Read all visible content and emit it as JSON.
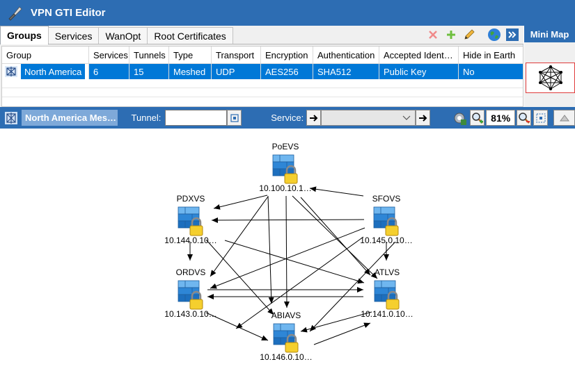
{
  "window": {
    "title": "VPN GTI Editor"
  },
  "tabs": [
    "Groups",
    "Services",
    "WanOpt",
    "Root Certificates"
  ],
  "grid": {
    "columns": [
      "Group",
      "Services",
      "Tunnels",
      "Type",
      "Transport",
      "Encryption",
      "Authentication",
      "Accepted Ident…",
      "Hide in Earth"
    ],
    "rows": [
      {
        "group": "North America",
        "services": "6",
        "tunnels": "15",
        "type": "Meshed",
        "transport": "UDP",
        "encryption": "AES256",
        "authentication": "SHA512",
        "accepted": "Public Key",
        "hide": "No"
      }
    ]
  },
  "minimap": {
    "title": "Mini Map"
  },
  "toolbar": {
    "group_combo": "North America Mes…",
    "tunnel_label": "Tunnel:",
    "tunnel_value": "",
    "service_label": "Service:",
    "zoom": "81%"
  },
  "nodes": [
    {
      "id": "poevs",
      "name": "PoEVS",
      "ip": "10.100.10.1…"
    },
    {
      "id": "pdxvs",
      "name": "PDXVS",
      "ip": "10.144.0.10…"
    },
    {
      "id": "sfovs",
      "name": "SFOVS",
      "ip": "10.145.0.10…"
    },
    {
      "id": "ordvs",
      "name": "ORDVS",
      "ip": "10.143.0.10…"
    },
    {
      "id": "atlvs",
      "name": "ATLVS",
      "ip": "10.141.0.10…"
    },
    {
      "id": "abiavs",
      "name": "ABIAVS",
      "ip": "10.146.0.10…"
    }
  ],
  "colors": {
    "accent": "#2d6db3",
    "selection": "#0078d7"
  }
}
